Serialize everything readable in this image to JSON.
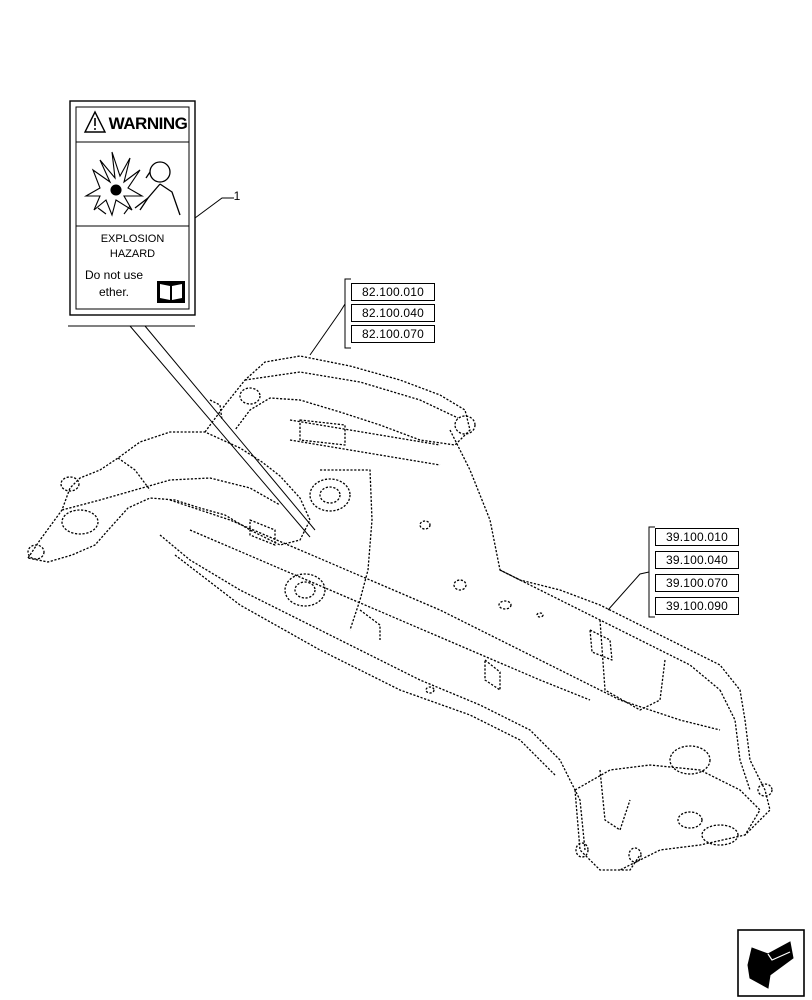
{
  "warning_label": {
    "title": "WARNING",
    "hazard_line1": "EXPLOSION",
    "hazard_line2": "HAZARD",
    "instruction_line1": "Do not use",
    "instruction_line2": "ether.",
    "icons": [
      "warning-triangle-icon",
      "explosion-icon",
      "operator-icon",
      "manual-book-icon"
    ]
  },
  "callout": {
    "number": "1"
  },
  "reference_groups": [
    {
      "codes": [
        "82.100.010",
        "82.100.040",
        "82.100.070"
      ]
    },
    {
      "codes": [
        "39.100.010",
        "39.100.040",
        "39.100.070",
        "39.100.090"
      ]
    }
  ],
  "navigation": {
    "icon": "next-page-arrow-icon"
  }
}
